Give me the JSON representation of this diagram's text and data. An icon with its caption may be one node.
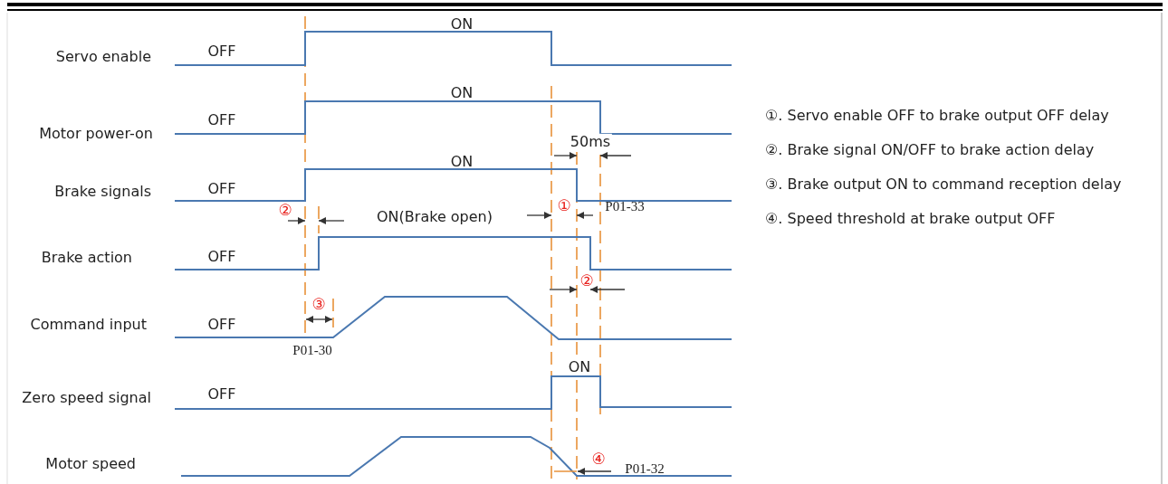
{
  "diagram": {
    "labels": [
      "ON",
      "Servo enable",
      "OFF",
      "ON",
      "OFF",
      "①. Servo enable OFF to brake output OFF delay",
      "Motor power-on",
      "50ms",
      "②. Brake signal ON/OFF to brake action delay",
      "ON",
      "Brake signals",
      "OFF",
      "③. Brake output ON to command reception delay",
      "①",
      "P01-33",
      "②",
      "ON(Brake open)",
      "④. Speed threshold at brake output OFF",
      "Brake action",
      "OFF",
      "②",
      "③",
      "Command input",
      "OFF",
      "P01-30",
      "ON",
      "Zero speed signal",
      "OFF",
      "④",
      "Motor speed",
      "P01-32"
    ]
  }
}
